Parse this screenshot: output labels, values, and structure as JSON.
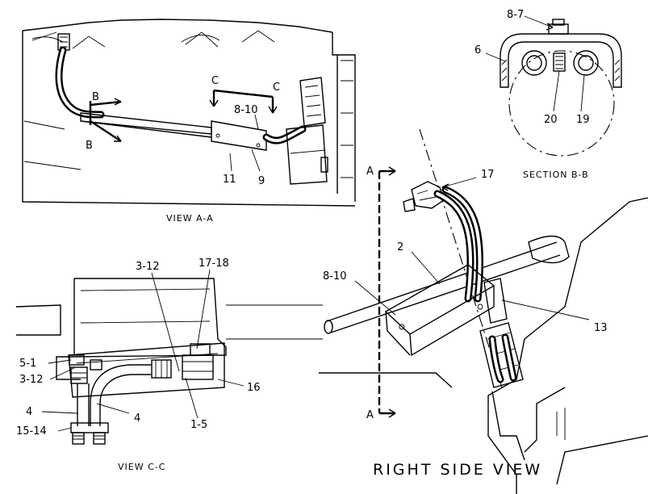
{
  "views": {
    "view_a": {
      "caption": "VIEW A-A"
    },
    "view_c": {
      "caption": "VIEW C-C"
    },
    "section_b": {
      "caption": "SECTION B-B"
    },
    "right_side": {
      "caption": "RIGHT SIDE VIEW"
    }
  },
  "callouts": {
    "view_a": [
      "B",
      "B",
      "C",
      "C",
      "8-10",
      "11",
      "9"
    ],
    "section_b": [
      "8-7",
      "6",
      "20",
      "19"
    ],
    "right_side": [
      "A",
      "A",
      "17",
      "2",
      "8-10",
      "13"
    ],
    "view_c": [
      "3-12",
      "17-18",
      "5-1",
      "3-12",
      "16",
      "4",
      "4",
      "1-5",
      "15-14"
    ]
  }
}
